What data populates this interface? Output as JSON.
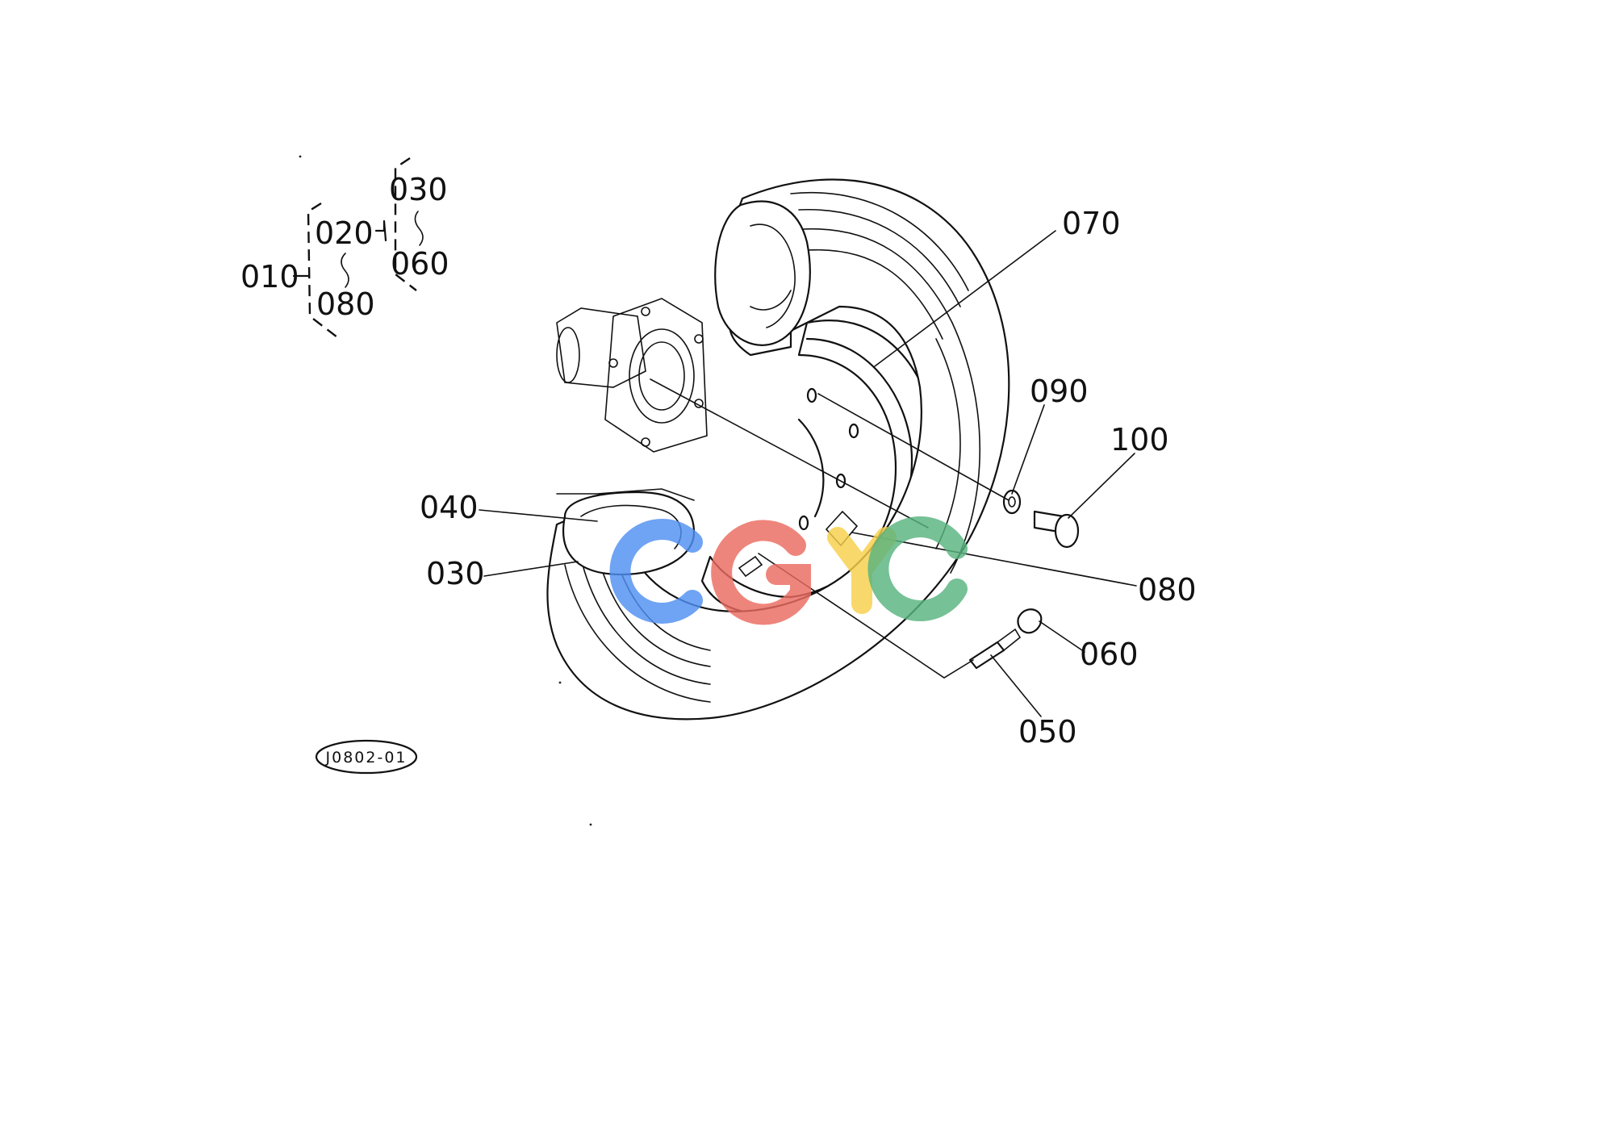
{
  "diagram_code": "J0802-01",
  "callouts": {
    "c010": "010",
    "c020": "020",
    "c030_tree": "030",
    "c060_tree": "060",
    "c080_tree": "080",
    "c070": "070",
    "c090": "090",
    "c100": "100",
    "c040": "040",
    "c030": "030",
    "c080": "080",
    "c060": "060",
    "c050": "050"
  },
  "watermark": {
    "colors": [
      "#4f8ff0",
      "#ea6a5f",
      "#f6cf4b",
      "#58b37f"
    ]
  }
}
